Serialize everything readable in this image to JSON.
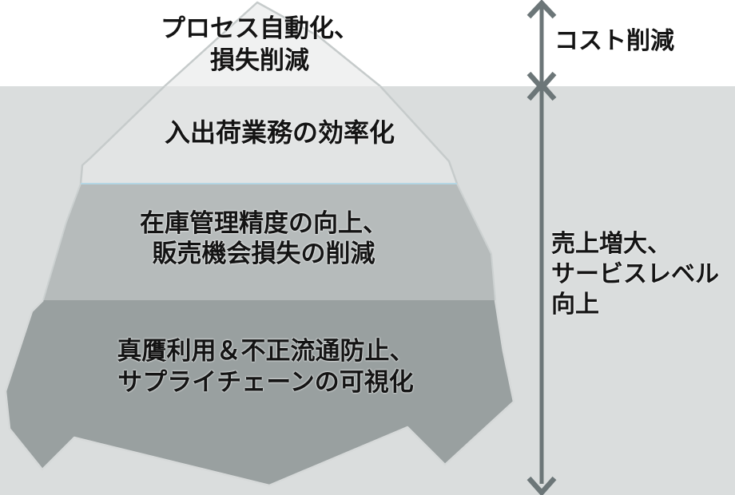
{
  "diagram_type": "iceberg",
  "colors": {
    "sky": "#ffffff",
    "water": "#dadddd",
    "tip_fill": "#f0f1f1",
    "layer2_fill": "#e2e4e4",
    "layer3_fill": "#b6bbbb",
    "layer4_fill": "#99a0a0",
    "outline": "#c6cbcb",
    "outline_mid": "#ccd1d1",
    "outline_light": "#d6d9d9",
    "boundary_blue": "#b4d6e4",
    "arrow": "#6c7678",
    "text": "#141414"
  },
  "iceberg": {
    "tip": {
      "label_lines": [
        "プロセス自動化、",
        "損失削減"
      ]
    },
    "layers": [
      {
        "label_lines": [
          "入出荷業務の効率化"
        ]
      },
      {
        "label_lines": [
          "在庫管理精度の向上、",
          "販売機会損失の削減"
        ]
      },
      {
        "label_lines": [
          "真贋利用＆不正流通防止、",
          "サプライチェーンの可視化"
        ]
      }
    ]
  },
  "axis": {
    "above_water_label": "コスト削減",
    "below_water_label_lines": [
      "売上増大、",
      "サービスレベル",
      "向上"
    ]
  }
}
